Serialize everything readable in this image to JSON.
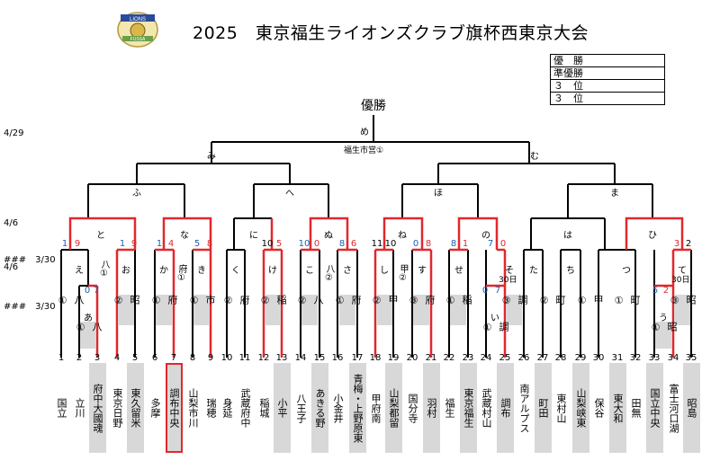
{
  "title": "2025　東京福生ライオンズクラブ旗杯西東京大会",
  "logo": {
    "top": "LIONS",
    "bottom": "FUSSA"
  },
  "placings": [
    {
      "label": "優　勝",
      "value": ""
    },
    {
      "label": "準優勝",
      "value": ""
    },
    {
      "label": "３　位",
      "value": ""
    },
    {
      "label": "３　位",
      "value": ""
    }
  ],
  "final": {
    "label": "優勝",
    "code": "め",
    "venue": "福生市営①"
  },
  "semis": {
    "left": "み",
    "right": "む"
  },
  "quarters": [
    "ふ",
    "へ",
    "ほ",
    "ま"
  ],
  "r16": [
    "と",
    "な",
    "に",
    "ぬ",
    "ね",
    "の",
    "は",
    "ひ"
  ],
  "dates": [
    {
      "text": "4/29"
    },
    {
      "text": "4/6"
    },
    {
      "text": "###　3/30"
    },
    {
      "text": "4/6"
    },
    {
      "text": "###　3/30"
    }
  ],
  "r32": [
    "え",
    "お",
    "か",
    "き",
    "く",
    "け",
    "こ",
    "さ",
    "し",
    "す",
    "せ",
    "そ",
    "た",
    "ち",
    "つ",
    "て"
  ],
  "r32_sub": [
    "八\n①",
    "昭\n②",
    "府\n①",
    "市\n①",
    "府\n②",
    "稲\n②",
    "八\n②",
    "府\n①",
    "甲\n②",
    "府\n③",
    "稲\n①",
    "調\n③",
    "町\n②",
    "甲\n①",
    "町\n①",
    "昭\n③"
  ],
  "r32_sub_right_of": [
    "八①",
    "府①",
    "八②",
    "甲②"
  ],
  "so_date": "30日",
  "te_date": "30日",
  "r64": {
    "a": "あ",
    "a_sub": "八\n①",
    "i": "い",
    "i_sub": "調\n①",
    "u": "う",
    "u_sub": "昭\n①"
  },
  "scores": [
    "1",
    "9",
    "1",
    "9",
    "1",
    "4",
    "5",
    "8",
    "10",
    "5",
    "10",
    "0",
    "8",
    "6",
    "11",
    "10",
    "0",
    "8",
    "8",
    "1",
    "7",
    "0",
    "3",
    "2",
    "0",
    "7",
    "0",
    "7",
    "5",
    "2"
  ],
  "teams": [
    "国立",
    "立川",
    "府中大國魂",
    "東京日野",
    "東久留米",
    "多摩",
    "調布中央",
    "山梨市川",
    "瑞穂",
    "身延",
    "武蔵府中",
    "稲城",
    "小平",
    "八王子",
    "あきる野",
    "小金井",
    "青梅・上野原東",
    "甲府南",
    "山梨都留",
    "国分寺",
    "羽村",
    "福生",
    "東京福生",
    "武蔵村山",
    "調布",
    "南アルプス",
    "町田",
    "東村山",
    "山梨峡東",
    "保谷",
    "東大和",
    "田無",
    "国立中央",
    "富士河口湖",
    "昭島"
  ],
  "numbers": [
    "1",
    "2",
    "3",
    "4",
    "5",
    "6",
    "7",
    "8",
    "9",
    "10",
    "11",
    "12",
    "13",
    "14",
    "15",
    "16",
    "17",
    "18",
    "19",
    "20",
    "21",
    "22",
    "23",
    "24",
    "25",
    "26",
    "27",
    "28",
    "29",
    "30",
    "31",
    "32",
    "33",
    "34",
    "35"
  ],
  "colors": {
    "winner": "#e0282e",
    "score": "#1e5fb4",
    "shade": "#d8d8d8"
  }
}
